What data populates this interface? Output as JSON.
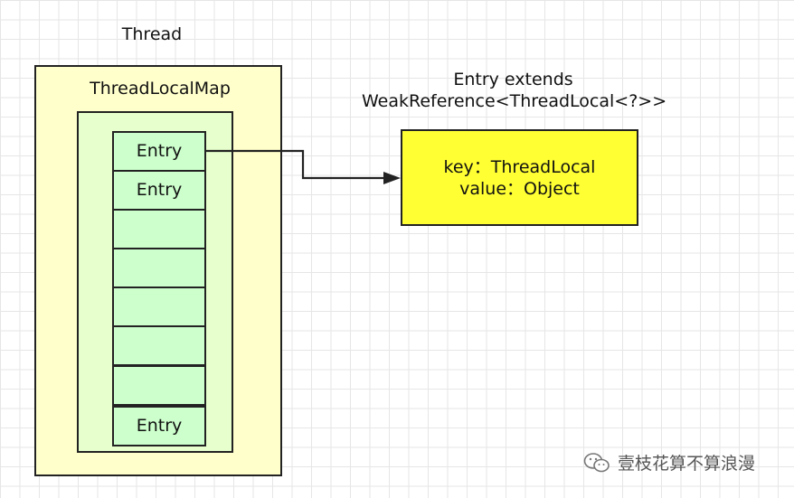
{
  "thread": {
    "label": "Thread"
  },
  "thread_local_map": {
    "label": "ThreadLocalMap",
    "slots": [
      "Entry",
      "Entry",
      "",
      "",
      "",
      "",
      "",
      "Entry"
    ]
  },
  "entry_note": {
    "line1": "Entry extends",
    "line2": "WeakReference<ThreadLocal<?>>"
  },
  "entry_box": {
    "key_line": "key：ThreadLocal",
    "value_line": "value：Object"
  },
  "watermark": {
    "icon": "wechat-icon",
    "text": "壹枝花算不算浪漫"
  },
  "colors": {
    "thread_fill": "#ffffcc",
    "map_fill": "#e6ffcc",
    "slot_fill": "#ccffcc",
    "entry_fill": "#ffff33",
    "stroke": "#222222"
  }
}
